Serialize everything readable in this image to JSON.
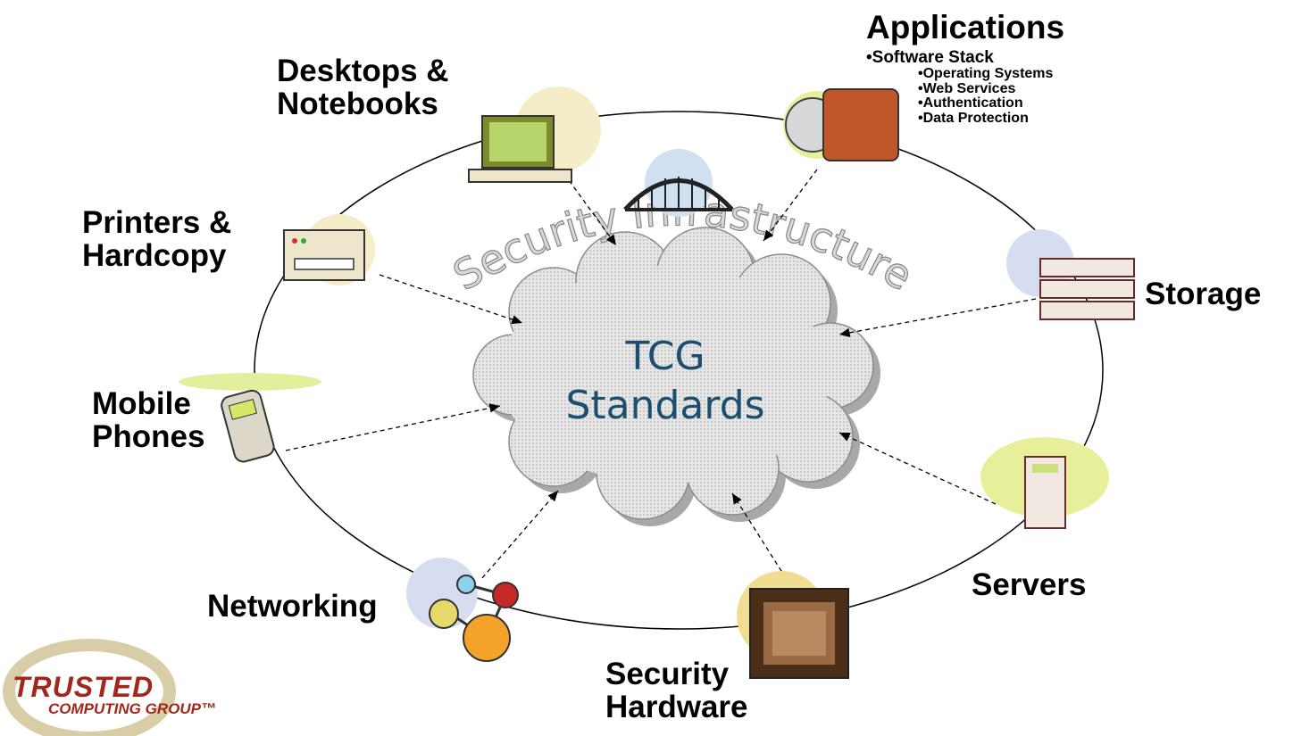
{
  "center": {
    "line1": "TCG",
    "line2": "Standards"
  },
  "arc_text": "Security Infrastructure",
  "nodes": {
    "desktops": {
      "line1": "Desktops &",
      "line2": "Notebooks"
    },
    "applications": {
      "title": "Applications",
      "sub": "•Software Stack",
      "items": [
        "•Operating Systems",
        "•Web Services",
        "•Authentication",
        "•Data Protection"
      ]
    },
    "printers": {
      "line1": "Printers &",
      "line2": "Hardcopy"
    },
    "storage": {
      "label": "Storage"
    },
    "mobile": {
      "line1": "Mobile",
      "line2": "Phones"
    },
    "servers": {
      "label": "Servers"
    },
    "networking": {
      "label": "Networking"
    },
    "security_hw": {
      "line1": "Security",
      "line2": "Hardware"
    }
  },
  "logo": {
    "line1": "TRUSTED",
    "line2": "COMPUTING GROUP™"
  },
  "colors": {
    "cloud_fill": "#d9d9d9",
    "cloud_text": "#1d4e6e",
    "arc_text": "#cfcfcf",
    "logo_red": "#a0281c"
  },
  "icons": [
    "desktop-computer-icon",
    "bridge-icon",
    "software-disc-icon",
    "printer-icon",
    "server-rack-icon",
    "mobile-phone-icon",
    "server-tower-icon",
    "network-nodes-icon",
    "chip-icon"
  ]
}
